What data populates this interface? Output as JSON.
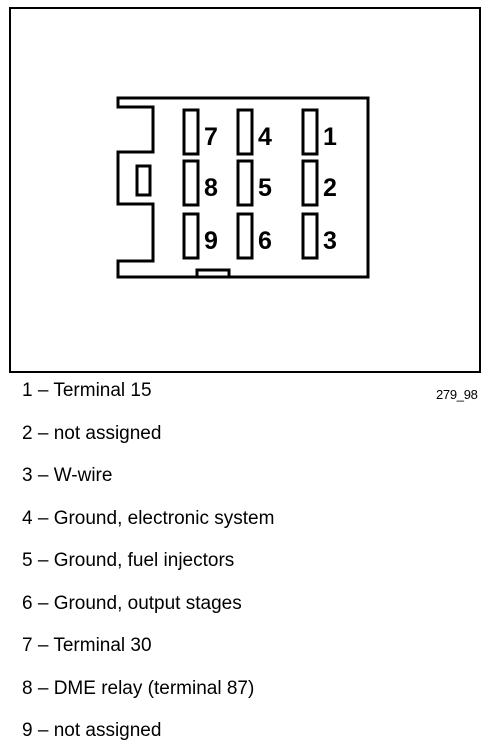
{
  "figure_id": "279_98",
  "connector": {
    "pins": [
      {
        "number": "7"
      },
      {
        "number": "4"
      },
      {
        "number": "1"
      },
      {
        "number": "8"
      },
      {
        "number": "5"
      },
      {
        "number": "2"
      },
      {
        "number": "9"
      },
      {
        "number": "6"
      },
      {
        "number": "3"
      }
    ]
  },
  "legend": [
    {
      "text": "1 – Terminal 15"
    },
    {
      "text": "2 – not assigned"
    },
    {
      "text": "3 – W-wire"
    },
    {
      "text": "4 – Ground, electronic system"
    },
    {
      "text": "5 – Ground, fuel injectors"
    },
    {
      "text": "6 – Ground, output stages"
    },
    {
      "text": "7 – Terminal 30"
    },
    {
      "text": "8 – DME relay (terminal 87)"
    },
    {
      "text": "9 – not assigned"
    }
  ]
}
